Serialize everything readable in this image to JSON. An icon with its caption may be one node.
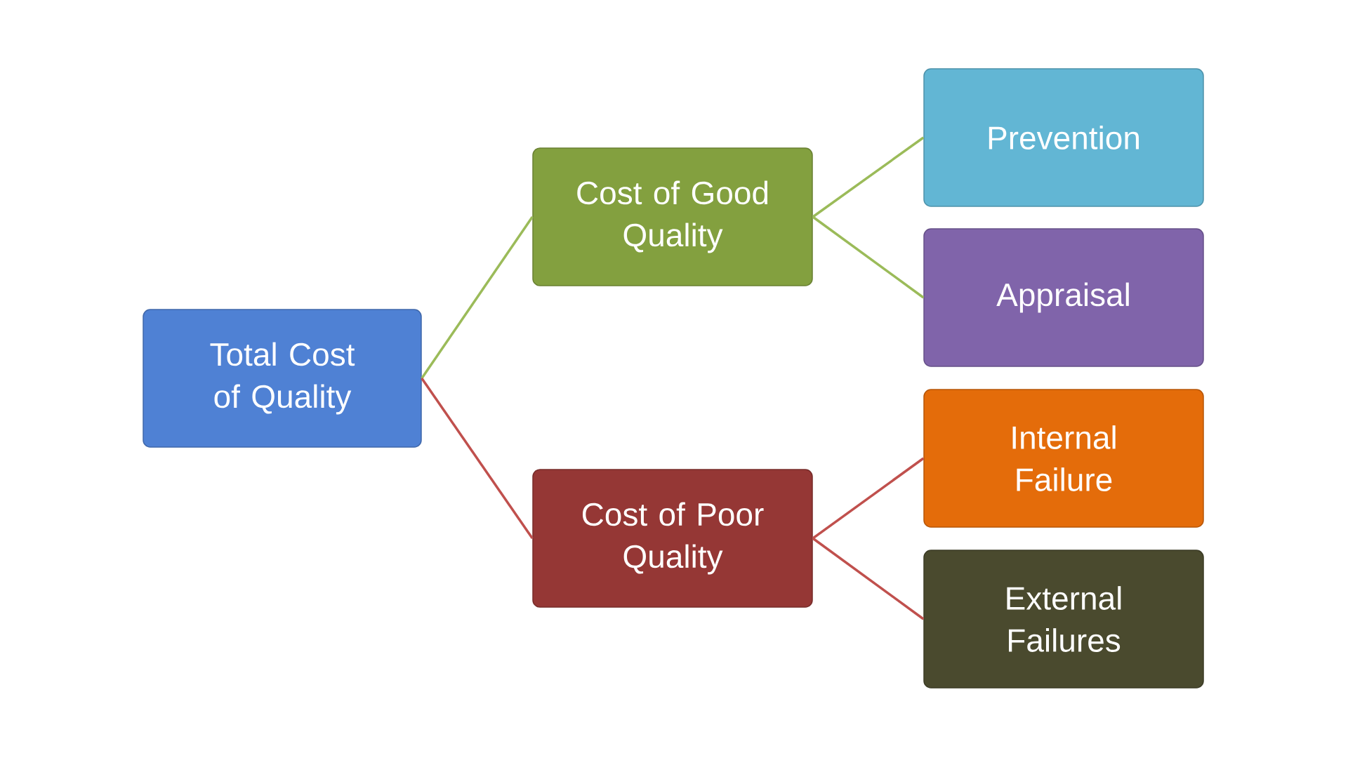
{
  "diagram": {
    "nodes": [
      {
        "text": [
          "Total Cost of Quality"
        ]
      },
      {
        "text": [
          "Cost of Good Quality"
        ]
      },
      {
        "text": [
          "Cost of Poor Quality"
        ]
      },
      {
        "text": [
          "Prevention"
        ]
      },
      {
        "text": [
          "Appraisal"
        ]
      },
      {
        "text": [
          "Internal Failure"
        ]
      },
      {
        "text": [
          "External Failures"
        ]
      }
    ],
    "edges": [
      {
        "from": 0,
        "to": 1,
        "arrow": "none",
        "color": "#9bbb59"
      },
      {
        "from": 0,
        "to": 2,
        "arrow": "none",
        "color": "#c0504d"
      },
      {
        "from": 1,
        "to": 3,
        "arrow": "none",
        "color": "#9bbb59"
      },
      {
        "from": 1,
        "to": 4,
        "arrow": "none",
        "color": "#9bbb59"
      },
      {
        "from": 2,
        "to": 5,
        "arrow": "none",
        "color": "#c0504d"
      },
      {
        "from": 2,
        "to": 6,
        "arrow": "none",
        "color": "#c0504d"
      }
    ]
  }
}
